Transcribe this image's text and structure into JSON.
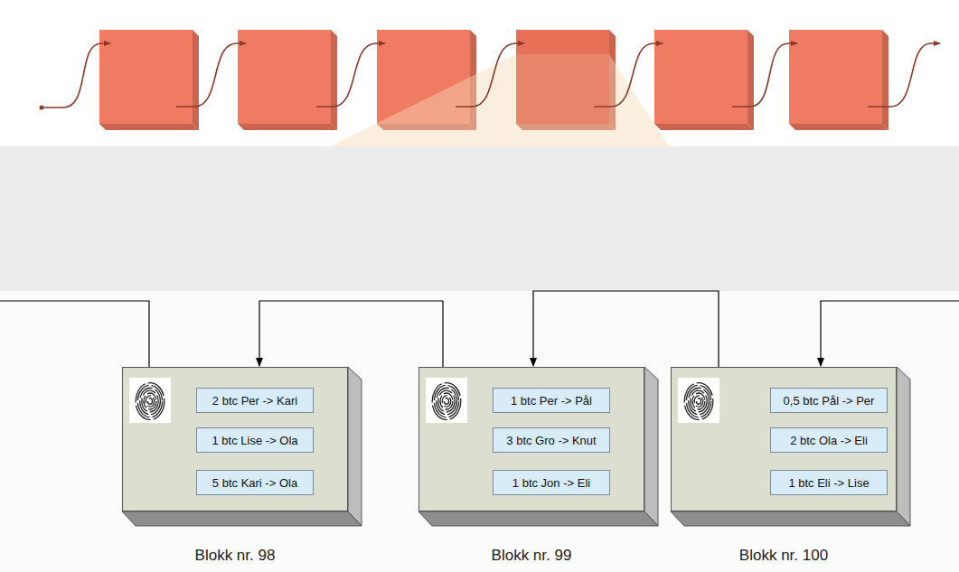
{
  "diagram": {
    "nodes": [
      {
        "text": [
          "Blokk nr. 98"
        ]
      },
      {
        "text": [
          "2 btc Per -> Kari"
        ],
        "in": 0
      },
      {
        "text": [
          "1 btc Lise -> Ola"
        ],
        "in": 0
      },
      {
        "text": [
          "5 btc Kari -> Ola"
        ],
        "in": 0
      },
      {
        "text": [
          "Blokk nr. 99"
        ]
      },
      {
        "text": [
          "1 btc Per -> Pål"
        ],
        "in": 4
      },
      {
        "text": [
          "3 btc Gro -> Knut"
        ],
        "in": 4
      },
      {
        "text": [
          "1 btc Jon -> Eli"
        ],
        "in": 4
      },
      {
        "text": [
          "Blokk nr. 100"
        ]
      },
      {
        "text": [
          "0,5 btc Pål -> Per"
        ],
        "in": 8
      },
      {
        "text": [
          "2 btc Ola -> Eli"
        ],
        "in": 8
      },
      {
        "text": [
          "1 btc Eli -> Lise"
        ],
        "in": 8
      }
    ],
    "edges": [
      {
        "from": 4,
        "to": 0,
        "arrow": "to"
      },
      {
        "from": 8,
        "to": 4,
        "arrow": "to"
      },
      {
        "from": 1,
        "to": 2,
        "arrow": "none"
      },
      {
        "from": 5,
        "to": 6,
        "arrow": "none"
      },
      {
        "from": 9,
        "to": 10,
        "arrow": "none"
      }
    ]
  }
}
